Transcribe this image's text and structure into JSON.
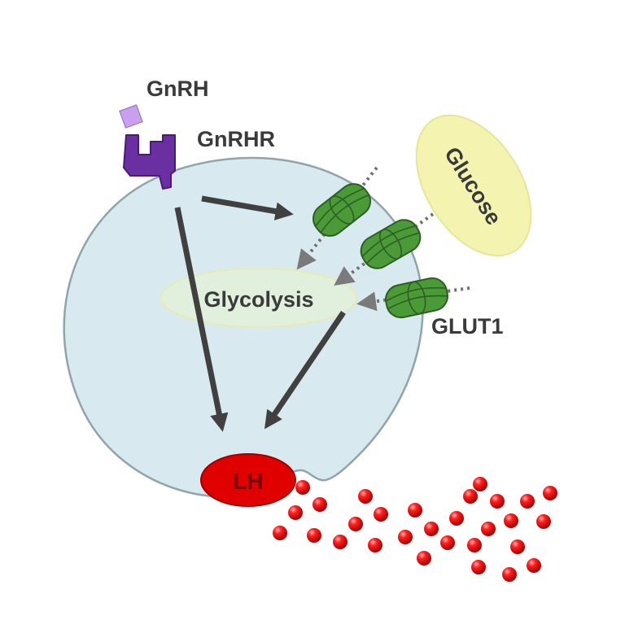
{
  "labels": {
    "gnrh": "GnRH",
    "gnrhr": "GnRHR",
    "glucose": "Glucose",
    "glycolysis": "Glycolysis",
    "glut1": "GLUT1",
    "lh": "LH"
  },
  "colors": {
    "cell_fill": "#d8eaf0",
    "cell_stroke": "#8fa4ab",
    "gnrh": "#c9a0f0",
    "gnrhr": "#6a2fa0",
    "glut1": "#4a9a38",
    "glucose": "#f4f4b0",
    "lh": "#e00000",
    "arrow": "#404040",
    "text": "#3a3a3a"
  },
  "icons": {
    "gnrh": "purple-square-ligand",
    "gnrhr": "purple-receptor",
    "glut1": "green-transporter",
    "lh_granules": "red-spheres"
  }
}
